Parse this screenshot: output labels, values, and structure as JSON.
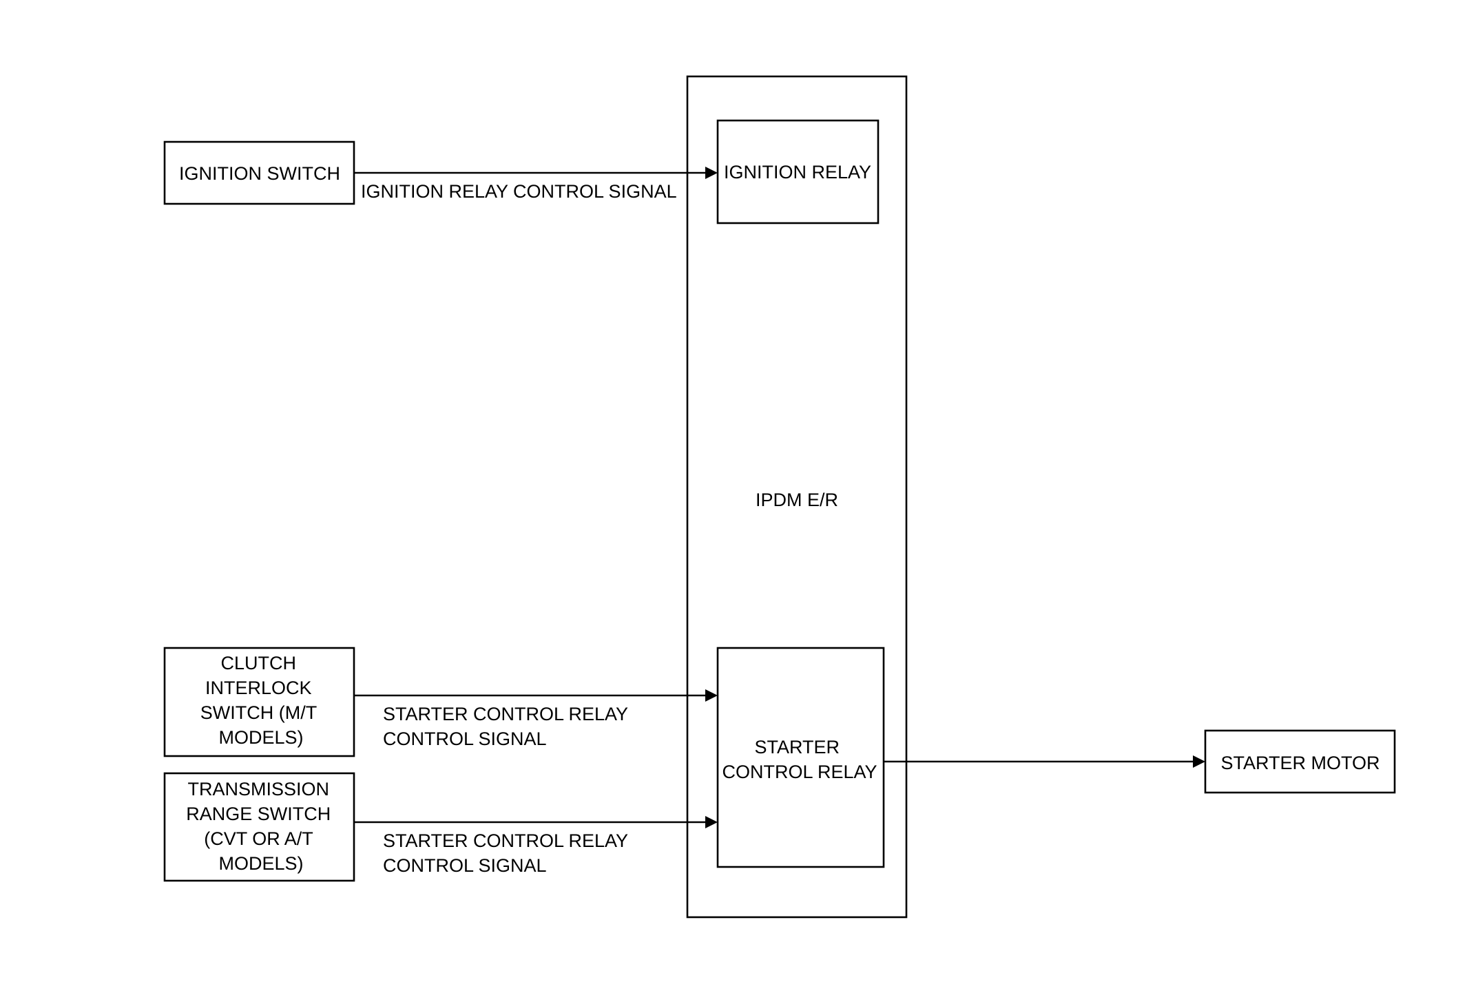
{
  "diagram": {
    "blocks": {
      "ignition_switch": {
        "lines": [
          "IGNITION SWITCH"
        ]
      },
      "clutch_interlock_switch": {
        "lines": [
          "CLUTCH",
          "INTERLOCK",
          "SWITCH (M/T",
          "MODELS)"
        ]
      },
      "transmission_range_switch": {
        "lines": [
          "TRANSMISSION",
          "RANGE SWITCH",
          "(CVT OR A/T",
          "MODELS)"
        ]
      },
      "ipdm": {
        "lines": [
          "IPDM E/R"
        ]
      },
      "ignition_relay": {
        "lines": [
          "IGNITION RELAY"
        ]
      },
      "starter_control_relay": {
        "lines": [
          "STARTER",
          "CONTROL RELAY"
        ]
      },
      "starter_motor": {
        "lines": [
          "STARTER MOTOR"
        ]
      }
    },
    "signals": {
      "ignition_relay_control": {
        "lines": [
          "IGNITION RELAY CONTROL SIGNAL"
        ]
      },
      "starter_relay_control_clutch": {
        "lines": [
          "STARTER CONTROL RELAY",
          "CONTROL SIGNAL"
        ]
      },
      "starter_relay_control_trs": {
        "lines": [
          "STARTER CONTROL RELAY",
          "CONTROL SIGNAL"
        ]
      }
    }
  }
}
